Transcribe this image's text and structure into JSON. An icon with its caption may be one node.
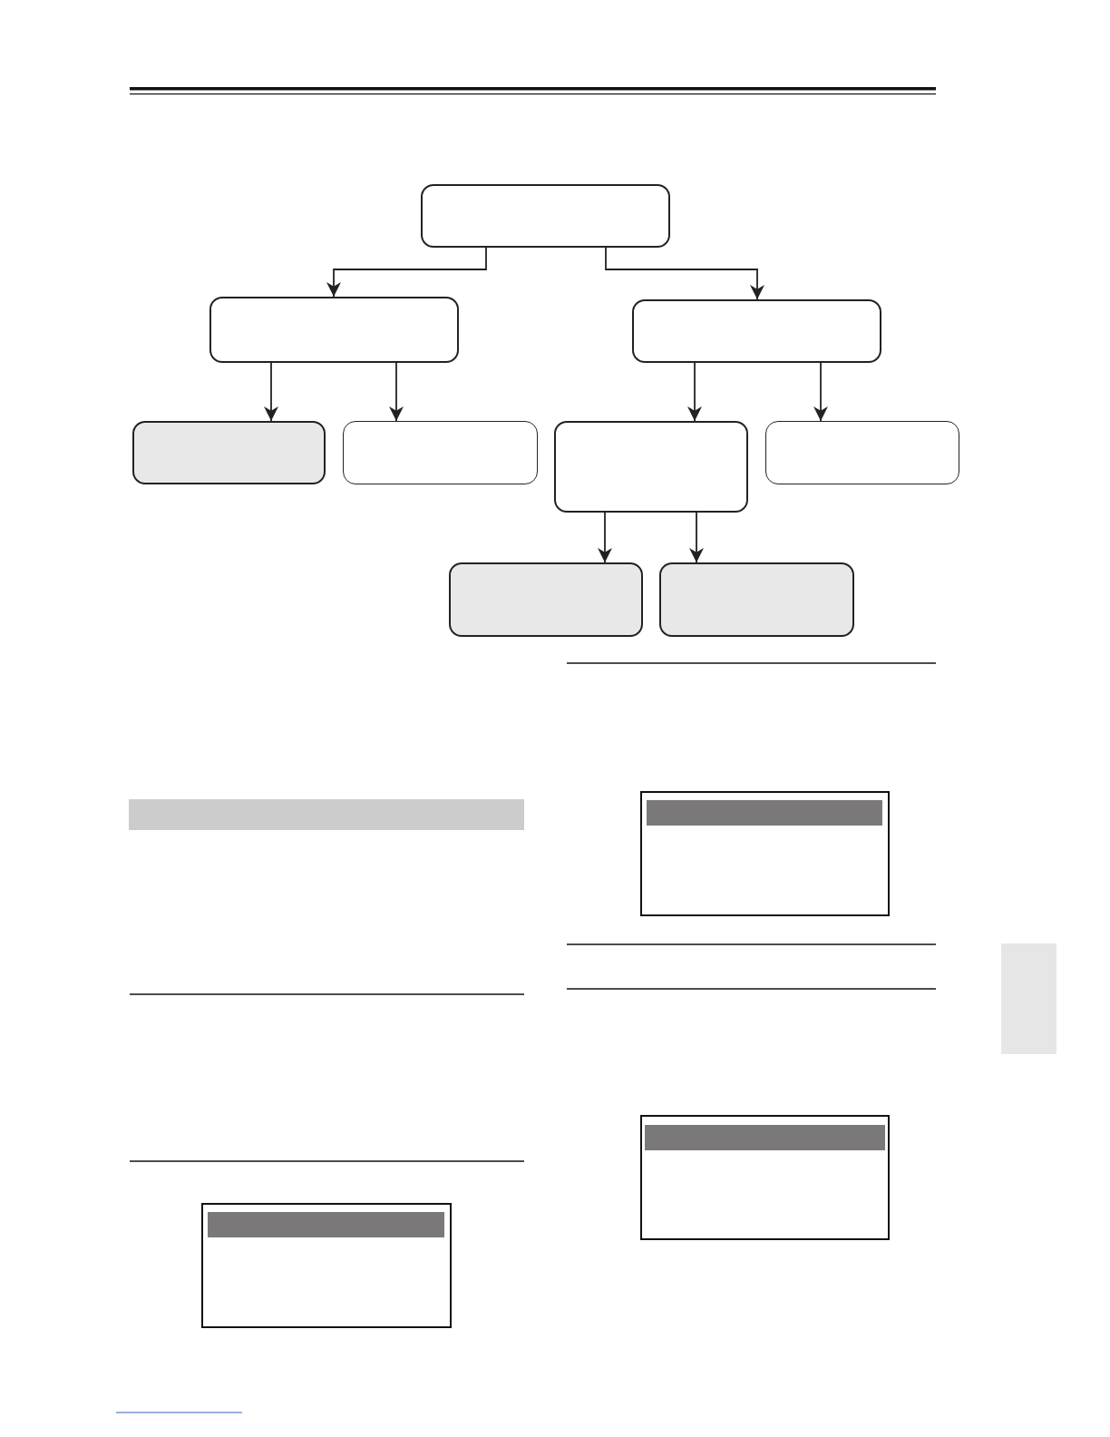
{
  "diagram": {
    "nodes": [
      {
        "text": [],
        "shape": "box"
      },
      {
        "text": [],
        "shape": "box"
      },
      {
        "text": [],
        "shape": "box"
      },
      {
        "text": [],
        "shape": "box"
      },
      {
        "text": [],
        "shape": "box"
      },
      {
        "text": [],
        "shape": "box"
      },
      {
        "text": [],
        "shape": "box"
      },
      {
        "text": [],
        "shape": "box"
      },
      {
        "text": [],
        "shape": "box"
      },
      {
        "text": [],
        "shape": "bar"
      }
    ],
    "edges": [
      {
        "from": 0,
        "to": 1,
        "arrow": "to"
      },
      {
        "from": 0,
        "to": 2,
        "arrow": "to"
      },
      {
        "from": 1,
        "to": 3,
        "arrow": "to"
      },
      {
        "from": 1,
        "to": 4,
        "arrow": "to"
      },
      {
        "from": 2,
        "to": 5,
        "arrow": "to"
      },
      {
        "from": 2,
        "to": 6,
        "arrow": "to"
      },
      {
        "from": 5,
        "to": 7,
        "arrow": "to"
      },
      {
        "from": 5,
        "to": 8,
        "arrow": "to"
      }
    ]
  }
}
